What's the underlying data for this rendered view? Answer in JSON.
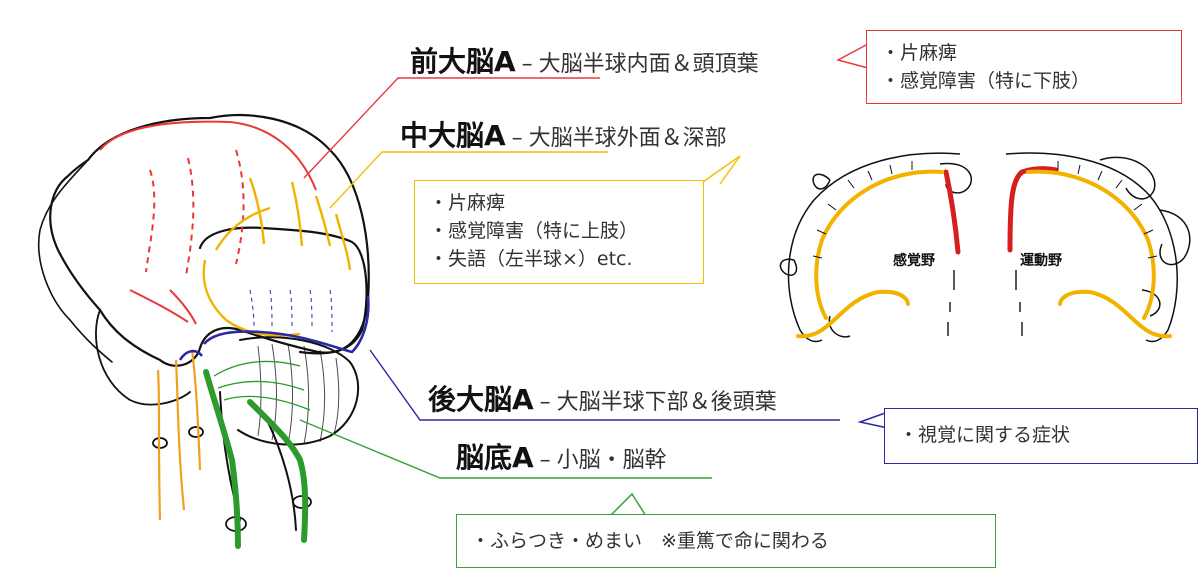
{
  "arteries": [
    {
      "name": "前大脳A",
      "region": "大脳半球内面＆頭頂葉",
      "color": "#e8393a",
      "symptoms": [
        "・片麻痺",
        "・感覚障害（特に下肢）"
      ]
    },
    {
      "name": "中大脳A",
      "region": "大脳半球外面＆深部",
      "color": "#f2c200",
      "symptoms": [
        "・片麻痺",
        "・感覚障害（特に上肢）",
        "・失語（左半球×）etc."
      ]
    },
    {
      "name": "後大脳A",
      "region": "大脳半球下部＆後頭葉",
      "color": "#2a2aa5",
      "symptoms": [
        "・視覚に関する症状"
      ]
    },
    {
      "name": "脳底A",
      "region": "小脳・脳幹",
      "color": "#3aa03a",
      "symptoms": [
        "・ふらつき・めまい　※重篤で命に関わる"
      ]
    }
  ],
  "separator": "–",
  "cortex_labels": {
    "sensory": "感覚野",
    "motor": "運動野"
  }
}
